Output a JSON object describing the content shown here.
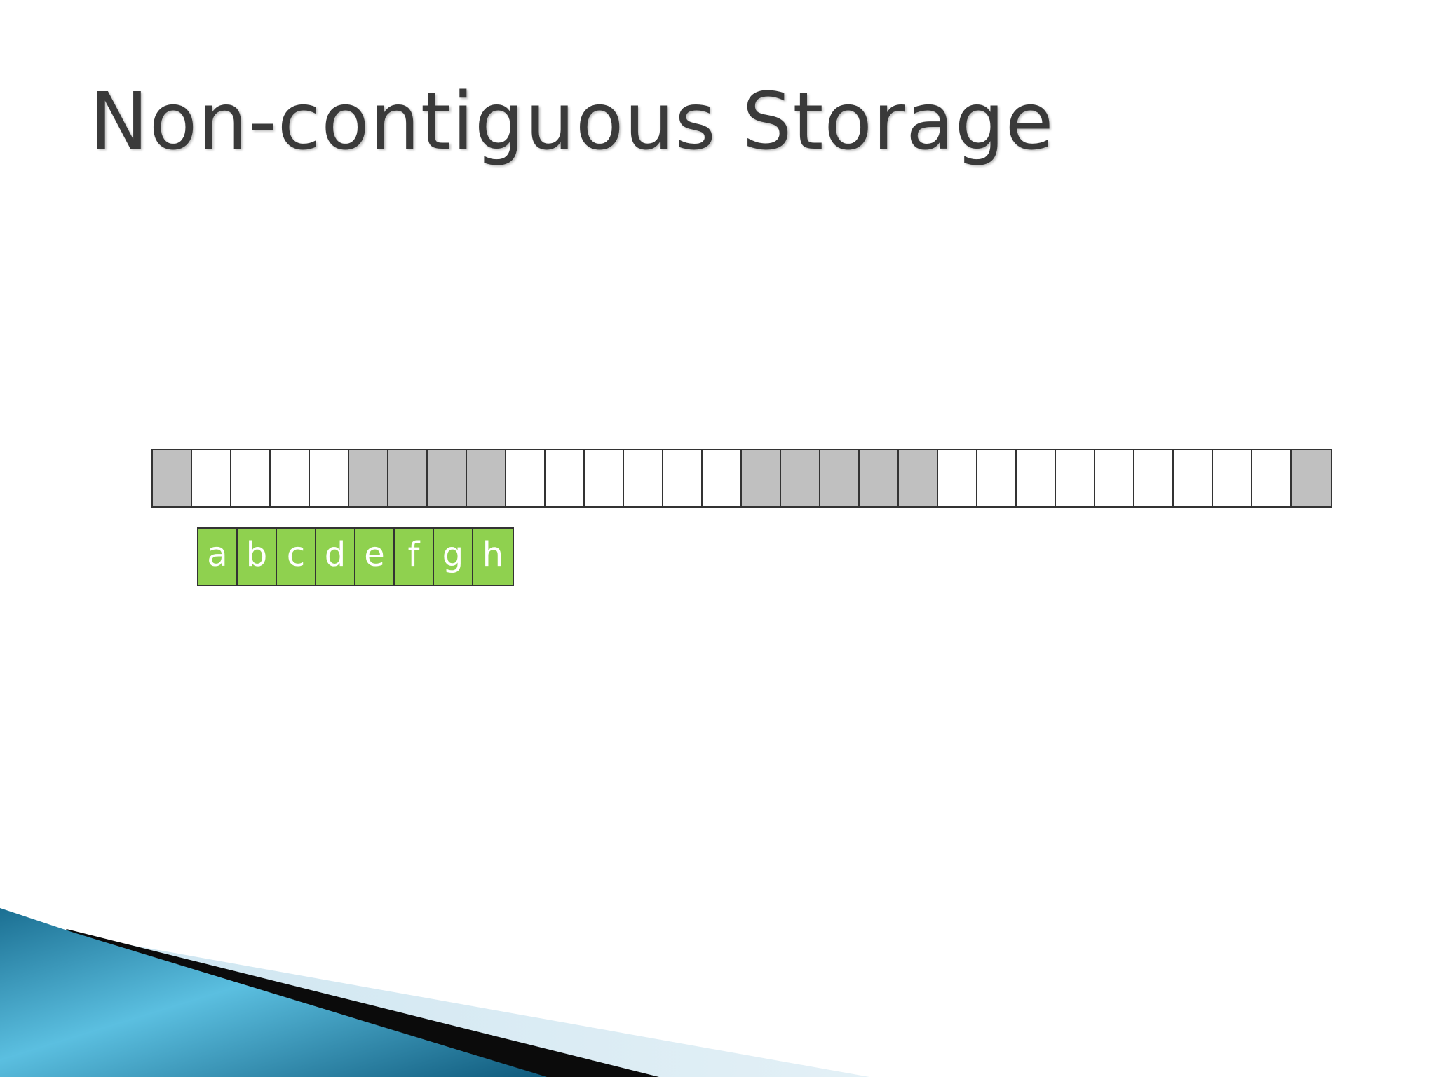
{
  "slide": {
    "title": "Non-contiguous Storage"
  },
  "memory": {
    "cells": [
      {
        "state": "used"
      },
      {
        "state": "free"
      },
      {
        "state": "free"
      },
      {
        "state": "free"
      },
      {
        "state": "free"
      },
      {
        "state": "used"
      },
      {
        "state": "used"
      },
      {
        "state": "used"
      },
      {
        "state": "used"
      },
      {
        "state": "free"
      },
      {
        "state": "free"
      },
      {
        "state": "free"
      },
      {
        "state": "free"
      },
      {
        "state": "free"
      },
      {
        "state": "free"
      },
      {
        "state": "used"
      },
      {
        "state": "used"
      },
      {
        "state": "used"
      },
      {
        "state": "used"
      },
      {
        "state": "used"
      },
      {
        "state": "free"
      },
      {
        "state": "free"
      },
      {
        "state": "free"
      },
      {
        "state": "free"
      },
      {
        "state": "free"
      },
      {
        "state": "free"
      },
      {
        "state": "free"
      },
      {
        "state": "free"
      },
      {
        "state": "free"
      },
      {
        "state": "used"
      }
    ]
  },
  "data_block": {
    "cells": [
      "a",
      "b",
      "c",
      "d",
      "e",
      "f",
      "g",
      "h"
    ]
  },
  "colors": {
    "used": "#c0c0c0",
    "free": "#ffffff",
    "data": "#8fd14f",
    "border": "#333333",
    "title": "#3a3a3a"
  }
}
